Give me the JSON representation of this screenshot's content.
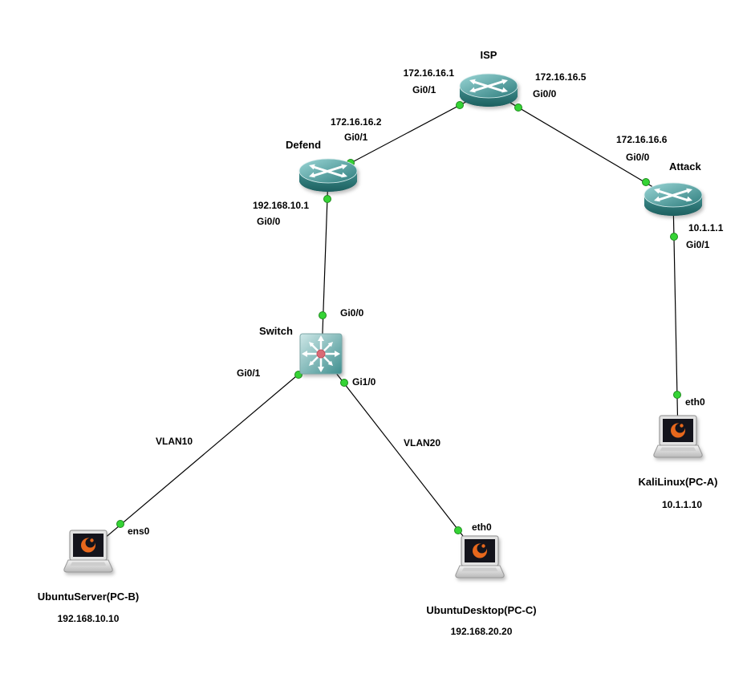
{
  "nodes": {
    "isp": {
      "label": "ISP",
      "type": "router"
    },
    "defend": {
      "label": "Defend",
      "type": "router"
    },
    "attack": {
      "label": "Attack",
      "type": "router"
    },
    "switch": {
      "label": "Switch",
      "type": "switch"
    },
    "kali": {
      "label": "KaliLinux(PC-A)",
      "ip": "10.1.1.10",
      "type": "pc"
    },
    "server": {
      "label": "UbuntuServer(PC-B)",
      "ip": "192.168.10.10",
      "type": "pc"
    },
    "desktop": {
      "label": "UbuntuDesktop(PC-C)",
      "ip": "192.168.20.20",
      "type": "pc"
    }
  },
  "labels": {
    "isp_left_ip": "172.16.16.1",
    "isp_left_if": "Gi0/1",
    "isp_right_ip": "172.16.16.5",
    "isp_right_if": "Gi0/0",
    "defend_up_ip": "172.16.16.2",
    "defend_up_if": "Gi0/1",
    "defend_down_ip": "192.168.10.1",
    "defend_down_if": "Gi0/0",
    "attack_up_ip": "172.16.16.6",
    "attack_up_if": "Gi0/0",
    "attack_down_ip": "10.1.1.1",
    "attack_down_if": "Gi0/1",
    "switch_up_if": "Gi0/0",
    "switch_left_if": "Gi0/1",
    "switch_right_if": "Gi1/0",
    "kali_if": "eth0",
    "server_if": "ens0",
    "desktop_if": "eth0",
    "vlan10": "VLAN10",
    "vlan20": "VLAN20"
  },
  "colors": {
    "link": "#000000",
    "status_dot": "#35d435",
    "router_teal": "#2e7d7d",
    "label_text": "#000000"
  }
}
